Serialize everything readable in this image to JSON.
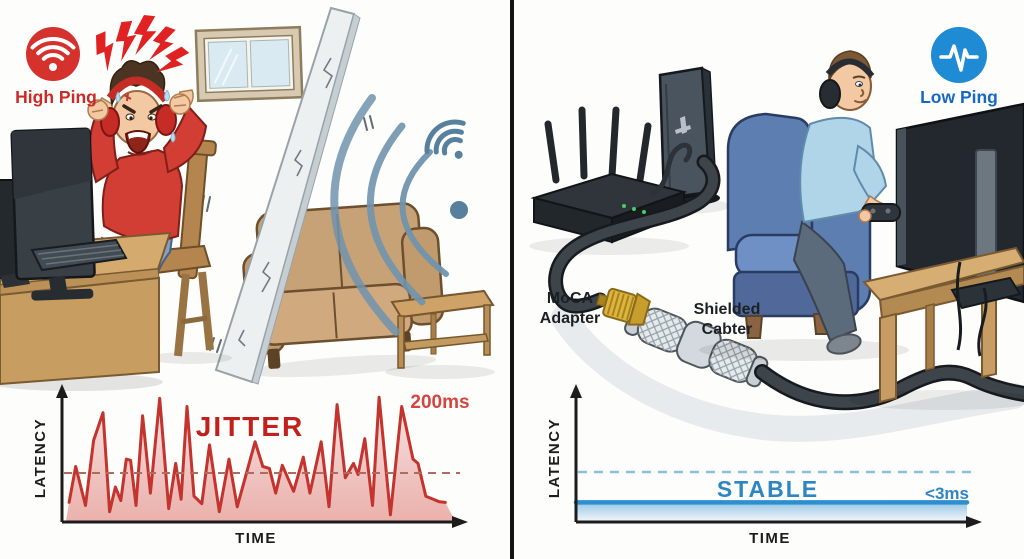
{
  "left_panel": {
    "badge": {
      "label": "High Ping",
      "bg_color": "#d5322d",
      "icon": "wifi-icon"
    }
  },
  "right_panel": {
    "badge": {
      "label": "Low Ping",
      "bg_color": "#1e8bd4",
      "icon": "pulse-icon"
    },
    "labels": {
      "moca_line1": "MoCA",
      "moca_line2": "Adapter",
      "shielded_line1": "Shielded",
      "shielded_line2": "Cabter"
    }
  },
  "chart_data": [
    {
      "type": "line",
      "side": "left",
      "title": "JITTER",
      "xlabel": "TIME",
      "ylabel": "LATENCY",
      "peak_annotation": "200ms",
      "line_color": "#c62828",
      "dashed_reference": 80,
      "grid": false,
      "ylim": [
        0,
        210
      ],
      "x": [
        0.008,
        0.025,
        0.05,
        0.071,
        0.095,
        0.112,
        0.127,
        0.141,
        0.155,
        0.166,
        0.18,
        0.197,
        0.217,
        0.241,
        0.264,
        0.282,
        0.296,
        0.311,
        0.329,
        0.349,
        0.369,
        0.394,
        0.419,
        0.44,
        0.486,
        0.506,
        0.523,
        0.539,
        0.556,
        0.585,
        0.61,
        0.627,
        0.656,
        0.676,
        0.697,
        0.718,
        0.739,
        0.751,
        0.768,
        0.788,
        0.805,
        0.834,
        0.863,
        0.892,
        0.905,
        0.925,
        0.944,
        0.96,
        0.975
      ],
      "values": [
        30,
        88,
        25,
        130,
        175,
        15,
        55,
        33,
        100,
        98,
        25,
        170,
        45,
        198,
        20,
        93,
        35,
        185,
        40,
        28,
        123,
        15,
        100,
        23,
        128,
        88,
        85,
        45,
        90,
        48,
        103,
        45,
        128,
        23,
        188,
        70,
        93,
        75,
        133,
        25,
        200,
        10,
        185,
        100,
        93,
        40,
        35,
        31,
        30
      ]
    },
    {
      "type": "line",
      "side": "right",
      "title": "STABLE",
      "xlabel": "TIME",
      "ylabel": "LATENCY",
      "annotation": "<3ms",
      "line_color": "#2e8fd0",
      "dashed_reference": 80,
      "grid": false,
      "ylim": [
        0,
        210
      ],
      "x": [
        0,
        1
      ],
      "values": [
        3,
        3
      ]
    }
  ]
}
